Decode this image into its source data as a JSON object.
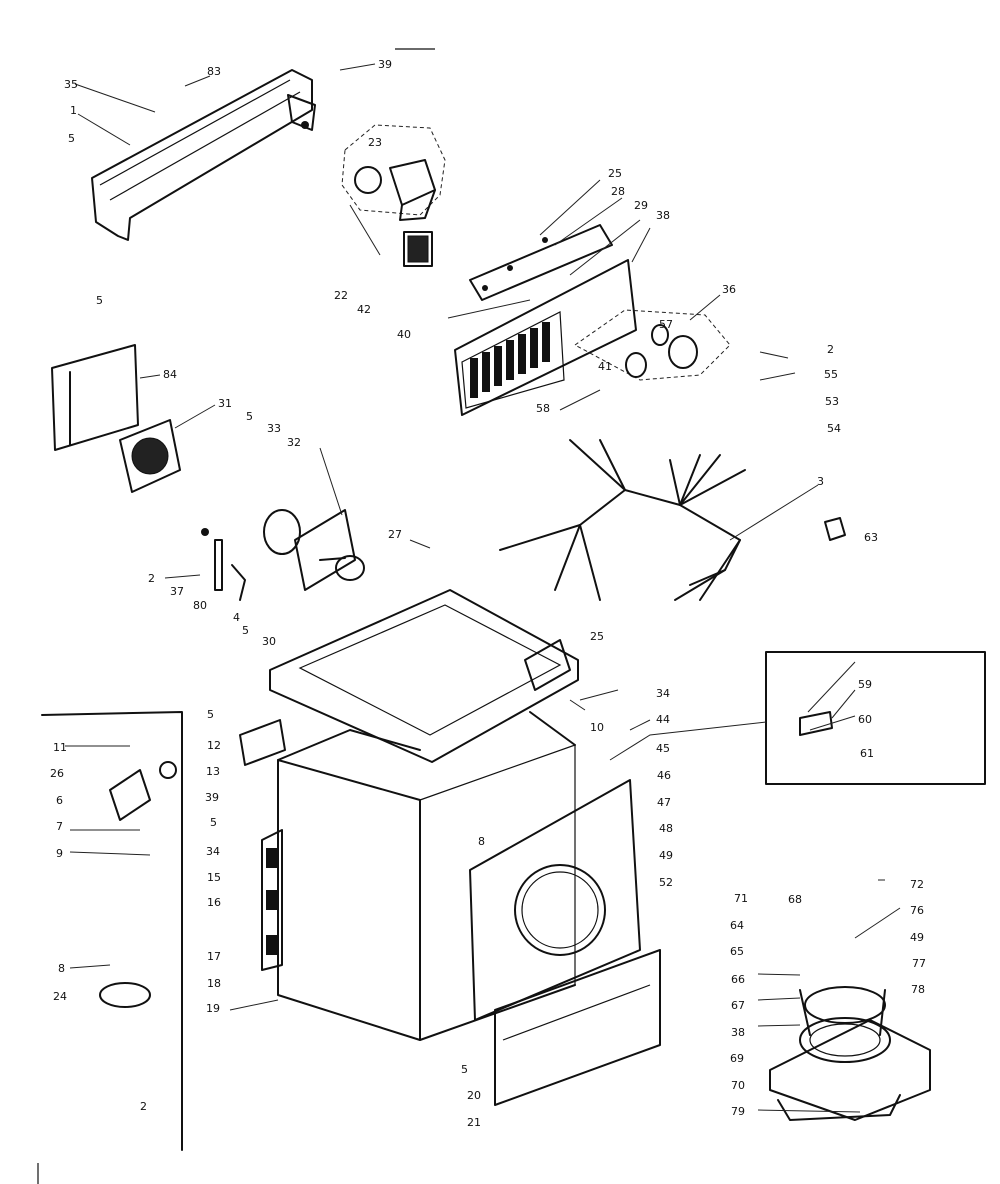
{
  "callouts": [
    {
      "id": "c35a",
      "text": "35"
    },
    {
      "id": "c83",
      "text": "83"
    },
    {
      "id": "c39a",
      "text": "39"
    },
    {
      "id": "c1",
      "text": "1"
    },
    {
      "id": "c5a",
      "text": "5"
    },
    {
      "id": "c23",
      "text": "23"
    },
    {
      "id": "c25a",
      "text": "25"
    },
    {
      "id": "c28",
      "text": "28"
    },
    {
      "id": "c29",
      "text": "29"
    },
    {
      "id": "c38a",
      "text": "38"
    },
    {
      "id": "c22",
      "text": "22"
    },
    {
      "id": "c42",
      "text": "42"
    },
    {
      "id": "c40",
      "text": "40"
    },
    {
      "id": "c36",
      "text": "36"
    },
    {
      "id": "c57",
      "text": "57"
    },
    {
      "id": "c41",
      "text": "41"
    },
    {
      "id": "c58",
      "text": "58"
    },
    {
      "id": "c5b",
      "text": "5"
    },
    {
      "id": "c2a",
      "text": "2"
    },
    {
      "id": "c55",
      "text": "55"
    },
    {
      "id": "c53",
      "text": "53"
    },
    {
      "id": "c54",
      "text": "54"
    },
    {
      "id": "c84",
      "text": "84"
    },
    {
      "id": "c31",
      "text": "31"
    },
    {
      "id": "c5c",
      "text": "5"
    },
    {
      "id": "c33",
      "text": "33"
    },
    {
      "id": "c32",
      "text": "32"
    },
    {
      "id": "c3",
      "text": "3"
    },
    {
      "id": "c63",
      "text": "63"
    },
    {
      "id": "c27",
      "text": "27"
    },
    {
      "id": "c2b",
      "text": "2"
    },
    {
      "id": "c37",
      "text": "37"
    },
    {
      "id": "c80",
      "text": "80"
    },
    {
      "id": "c4",
      "text": "4"
    },
    {
      "id": "c5d",
      "text": "5"
    },
    {
      "id": "c30",
      "text": "30"
    },
    {
      "id": "c25b",
      "text": "25"
    },
    {
      "id": "c34a",
      "text": "34"
    },
    {
      "id": "c10",
      "text": "10"
    },
    {
      "id": "c59",
      "text": "59"
    },
    {
      "id": "c60",
      "text": "60"
    },
    {
      "id": "c61",
      "text": "61"
    },
    {
      "id": "c5e",
      "text": "5"
    },
    {
      "id": "c12",
      "text": "12"
    },
    {
      "id": "c13",
      "text": "13"
    },
    {
      "id": "c44",
      "text": "44"
    },
    {
      "id": "c45",
      "text": "45"
    },
    {
      "id": "c46",
      "text": "46"
    },
    {
      "id": "c47",
      "text": "47"
    },
    {
      "id": "c48",
      "text": "48"
    },
    {
      "id": "c49a",
      "text": "49"
    },
    {
      "id": "c52",
      "text": "52"
    },
    {
      "id": "c11",
      "text": "11"
    },
    {
      "id": "c26",
      "text": "26"
    },
    {
      "id": "c6",
      "text": "6"
    },
    {
      "id": "c7",
      "text": "7"
    },
    {
      "id": "c9",
      "text": "9"
    },
    {
      "id": "c39b",
      "text": "39"
    },
    {
      "id": "c5f",
      "text": "5"
    },
    {
      "id": "c34b",
      "text": "34"
    },
    {
      "id": "c15",
      "text": "15"
    },
    {
      "id": "c16",
      "text": "16"
    },
    {
      "id": "c17",
      "text": "17"
    },
    {
      "id": "c18",
      "text": "18"
    },
    {
      "id": "c19",
      "text": "19"
    },
    {
      "id": "c8a",
      "text": "8"
    },
    {
      "id": "c8b",
      "text": "8"
    },
    {
      "id": "c24",
      "text": "24"
    },
    {
      "id": "c2c",
      "text": "2"
    },
    {
      "id": "c5g",
      "text": "5"
    },
    {
      "id": "c20",
      "text": "20"
    },
    {
      "id": "c21",
      "text": "21"
    },
    {
      "id": "c71",
      "text": "71"
    },
    {
      "id": "c64",
      "text": "64"
    },
    {
      "id": "c65",
      "text": "65"
    },
    {
      "id": "c66",
      "text": "66"
    },
    {
      "id": "c67",
      "text": "67"
    },
    {
      "id": "c38b",
      "text": "38"
    },
    {
      "id": "c69",
      "text": "69"
    },
    {
      "id": "c70",
      "text": "70"
    },
    {
      "id": "c79",
      "text": "79"
    },
    {
      "id": "c68",
      "text": "68"
    },
    {
      "id": "c76",
      "text": "76"
    },
    {
      "id": "c49b",
      "text": "49"
    },
    {
      "id": "c77",
      "text": "77"
    },
    {
      "id": "c78",
      "text": "78"
    },
    {
      "id": "c72",
      "text": "72"
    }
  ]
}
